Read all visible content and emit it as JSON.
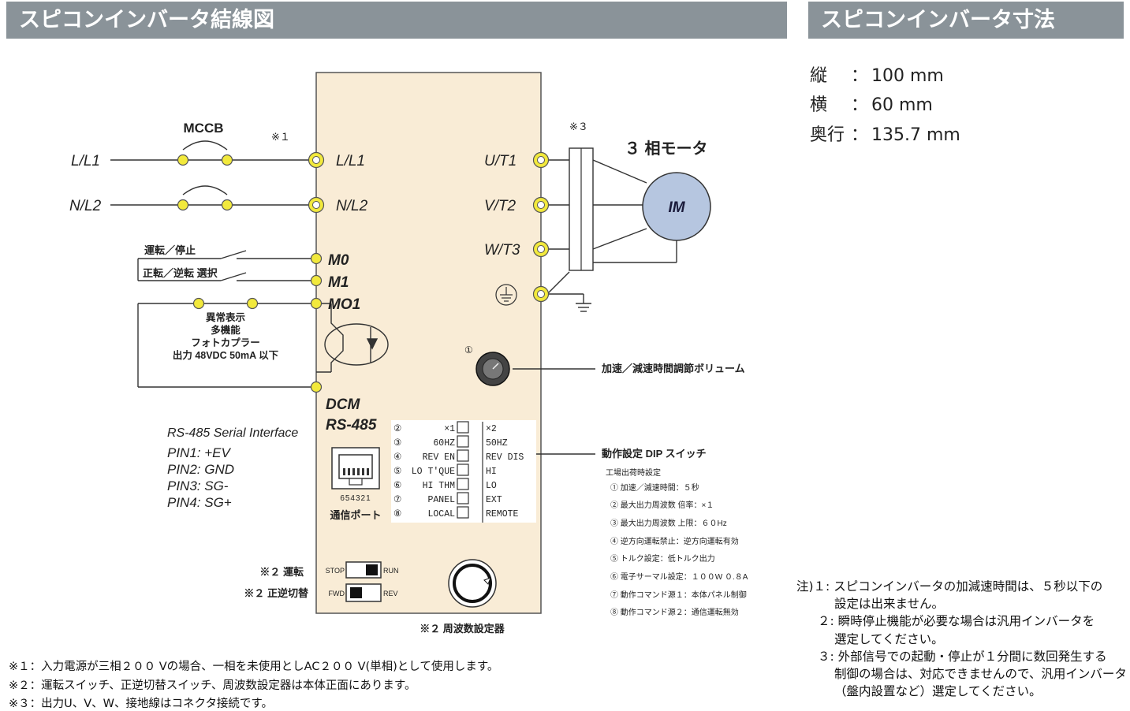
{
  "headers": {
    "wiring": "スピコンインバータ結線図",
    "dimensions": "スピコンインバータ寸法"
  },
  "dimensions": [
    {
      "label": "縦",
      "sep": "：",
      "value": "100 mm"
    },
    {
      "label": "横",
      "sep": "：",
      "value": "60 mm"
    },
    {
      "label": "奥行",
      "sep": "：",
      "value": "135.7 mm"
    }
  ],
  "diagram": {
    "mccb": "MCCB",
    "note1_mark": "※１",
    "note3_mark": "※３",
    "ext_l1": "L/L1",
    "ext_n2": "N/L2",
    "term_l1": "L/L1",
    "term_n2": "N/L2",
    "term_m0": "M0",
    "term_m1": "M1",
    "term_mo1": "MO1",
    "term_dcm": "DCM",
    "term_rs485": "RS-485",
    "out_u": "U/T1",
    "out_v": "V/T2",
    "out_w": "W/T3",
    "motor_title": "３ 相モータ",
    "motor_label": "IM",
    "run_stop": "運転／停止",
    "fwd_rev": "正転／逆転 選択",
    "fault_lines": [
      "異常表示",
      "多機能",
      "フォトカプラー",
      "出力 48VDC 50mA 以下"
    ],
    "rs485_title": "RS-485 Serial Interface",
    "rs485_pins": [
      "PIN1: +EV",
      "PIN2: GND",
      "PIN3: SG-",
      "PIN4: SG+"
    ],
    "port_pins": "654321",
    "port_label": "通信ポート",
    "vol_mark": "①",
    "vol_label": "加速／減速時間調節ボリューム",
    "dip_title": "動作設定 DIP スイッチ",
    "dip_rows": [
      {
        "num": "②",
        "left": "×1",
        "right": "×2"
      },
      {
        "num": "③",
        "left": "60HZ",
        "right": "50HZ"
      },
      {
        "num": "④",
        "left": "REV EN",
        "right": "REV DIS"
      },
      {
        "num": "⑤",
        "left": "LO T'QUE",
        "right": "HI"
      },
      {
        "num": "⑥",
        "left": "HI THM",
        "right": "LO"
      },
      {
        "num": "⑦",
        "left": "PANEL",
        "right": "EXT"
      },
      {
        "num": "⑧",
        "left": "LOCAL",
        "right": "REMOTE"
      }
    ],
    "factory_title": "工場出荷時設定",
    "factory_rows": [
      "① 加速／減速時間：５秒",
      "② 最大出力周波数 倍率：×１",
      "③ 最大出力周波数 上限：６０Hz",
      "④ 逆方向運転禁止：逆方向運転有効",
      "⑤ トルク設定：低トルク出力",
      "⑥ 電子サーマル設定：１００W ０.８A",
      "⑦ 動作コマンド源１：本体パネル制御",
      "⑧ 動作コマンド源２：通信運転無効"
    ],
    "run_switch_label": "※２ 運転",
    "dir_switch_label": "※２ 正逆切替",
    "stop": "STOP",
    "run": "RUN",
    "fwd": "FWD",
    "rev": "REV",
    "freq_label": "※２ 周波数設定器"
  },
  "notes": [
    "注)１: スピコンインバータの加減速時間は、５秒以下の",
    "設定は出来ません。",
    "２: 瞬時停止機能が必要な場合は汎用インバータを",
    "選定してください。",
    "３: 外部信号での起動・停止が１分間に数回発生する",
    "制御の場合は、対応できませんので、汎用インバータ",
    "（盤内設置など）選定してください。"
  ],
  "footnotes": [
    "※１：入力電源が三相２００ Vの場合、一相を未使用としAC２００ V(単相)として使用します。",
    "※２：運転スイッチ、正逆切替スイッチ、周波数設定器は本体正面にあります。",
    "※３：出力U、V、W、接地線はコネクタ接続です。"
  ]
}
